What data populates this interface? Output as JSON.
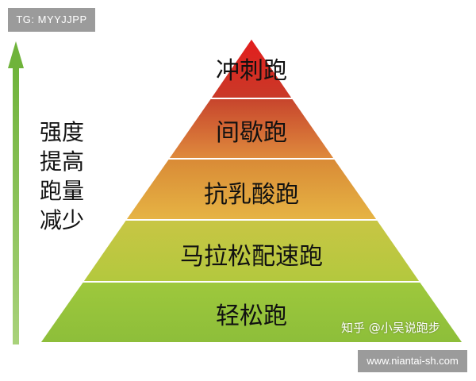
{
  "top_tag": "TG: MYYJJPP",
  "side_labels": [
    "强度",
    "提高",
    "跑量",
    "减少"
  ],
  "pyramid": {
    "levels": [
      {
        "label": "冲刺跑",
        "color_top": "#e31d1d",
        "color_bottom": "#c93a28"
      },
      {
        "label": "间歇跑",
        "color_top": "#c7442c",
        "color_bottom": "#df8b3d"
      },
      {
        "label": "抗乳酸跑",
        "color_top": "#d98a36",
        "color_bottom": "#e6b444"
      },
      {
        "label": "马拉松配速跑",
        "color_top": "#c8c644",
        "color_bottom": "#b3c83e"
      },
      {
        "label": "轻松跑",
        "color_top": "#9ec83c",
        "color_bottom": "#8dbe3a"
      }
    ]
  },
  "watermark": "知乎 @小吴说跑步",
  "url_badge": "www.niantai-sh.com",
  "arrow_color": "#8cc24a"
}
